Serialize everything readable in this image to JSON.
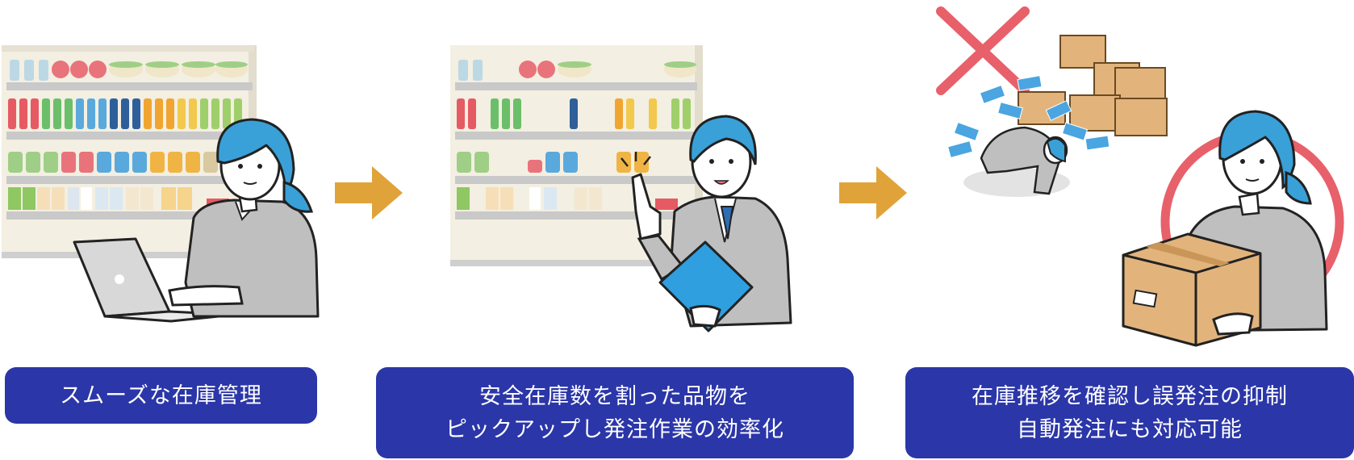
{
  "steps": [
    {
      "caption_lines": [
        "スムーズな在庫管理"
      ],
      "illustration": "woman-at-laptop-by-store-shelf"
    },
    {
      "caption_lines": [
        "安全在庫数を割った品物を",
        "ピックアップし発注作業の効率化"
      ],
      "illustration": "man-pointing-at-half-empty-shelf"
    },
    {
      "caption_lines": [
        "在庫推移を確認し誤発注の抑制",
        "自動発注にも対応可能"
      ],
      "illustration": "overstock-crossed-out-and-woman-holding-box-circled"
    }
  ],
  "colors": {
    "caption_bg": "#2b36a8",
    "arrow": "#e0a33a",
    "cross_and_circle": "#e8606a",
    "hair": "#3aa0d8",
    "uniform": "#bfbfbf",
    "box": "#e2b47c"
  },
  "icons": [
    "arrow-right-icon",
    "cross-mark-icon",
    "circle-mark-icon",
    "laptop-icon",
    "box-icon",
    "clipboard-icon"
  ]
}
